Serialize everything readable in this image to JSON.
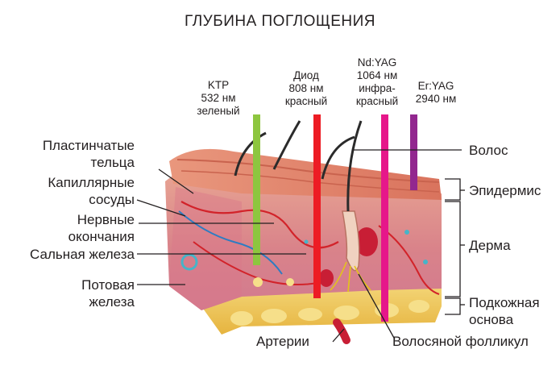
{
  "title": "ГЛУБИНА ПОГЛОЩЕНИЯ",
  "lasers": [
    {
      "name": "KTP",
      "wavelength": "532 нм",
      "color_name": "зеленый",
      "bar_color": "#8dc63f",
      "depth_layer": "Дерма"
    },
    {
      "name": "Диод",
      "wavelength": "808 нм",
      "color_name": "красный",
      "bar_color": "#ed1c24",
      "depth_layer": "Дерма"
    },
    {
      "name": "Nd:YAG",
      "wavelength": "1064 нм",
      "color_name_1": "инфра-",
      "color_name_2": "красный",
      "bar_color": "#e6178a",
      "depth_layer": "Подкожная основа"
    },
    {
      "name": "Er:YAG",
      "wavelength": "2940 нм",
      "bar_color": "#92278f",
      "depth_layer": "Эпидермис"
    }
  ],
  "left_labels": {
    "lamellar_1": "Пластинчатые",
    "lamellar_2": "тельца",
    "capillary_1": "Капиллярные",
    "capillary_2": "сосуды",
    "nerve_1": "Нервные",
    "nerve_2": "окончания",
    "sebaceous": "Сальная железа",
    "sweat_1": "Потовая",
    "sweat_2": "железа"
  },
  "right_labels": {
    "hair": "Волос",
    "epidermis": "Эпидермис",
    "dermis": "Дерма",
    "subcutis_1": "Подкожная",
    "subcutis_2": "основа"
  },
  "bottom_labels": {
    "arteries": "Артерии",
    "follicle": "Волосяной фолликул"
  }
}
